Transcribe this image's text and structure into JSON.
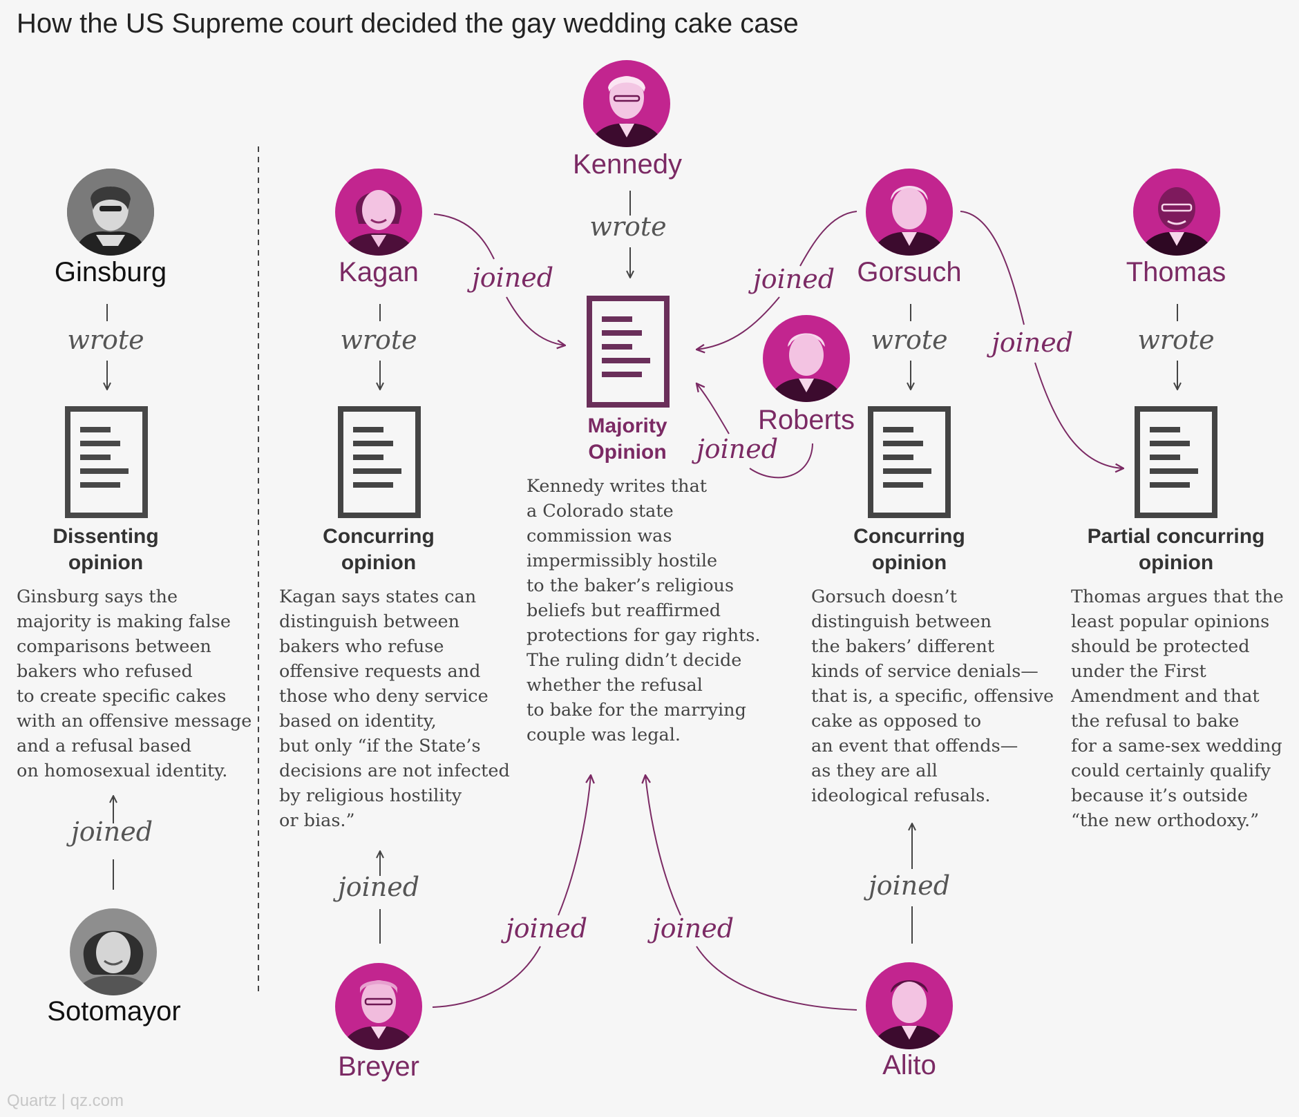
{
  "title": "How the US Supreme court decided the gay wedding cake case",
  "footer": "Quartz | qz.com",
  "colors": {
    "accent": "#c2258f",
    "accent_dark": "#7b2a64",
    "gray_doc": "#444444",
    "dissent_doc": "#484848"
  },
  "justices": {
    "ginsburg": "Ginsburg",
    "sotomayor": "Sotomayor",
    "kagan": "Kagan",
    "breyer": "Breyer",
    "kennedy": "Kennedy",
    "roberts": "Roberts",
    "gorsuch": "Gorsuch",
    "alito": "Alito",
    "thomas": "Thomas"
  },
  "verbs": {
    "wrote": "wrote",
    "joined": "joined"
  },
  "opinions": {
    "dissent": {
      "label_line1": "Dissenting",
      "label_line2": "opinion",
      "lines": [
        "Ginsburg says the",
        "majority is making false",
        "comparisons between",
        "bakers who refused",
        "to create specific cakes",
        "with an offensive message",
        "and a refusal based",
        "on homosexual identity."
      ]
    },
    "kagan": {
      "label_line1": "Concurring",
      "label_line2": "opinion",
      "lines": [
        "Kagan says states can",
        "distinguish between",
        "bakers who refuse",
        "offensive requests and",
        "those who deny service",
        "based on identity,",
        "but only “if the State’s",
        "decisions are not infected",
        "by religious hostility",
        "or bias.”"
      ]
    },
    "majority": {
      "label_line1": "Majority",
      "label_line2": "Opinion",
      "lines": [
        "Kennedy writes that",
        "a Colorado state",
        "commission was",
        "impermissibly hostile",
        "to the baker’s religious",
        "beliefs but reaffirmed",
        "protections for gay rights.",
        "The ruling didn’t decide",
        "whether the refusal",
        "to bake for the marrying",
        "couple was legal."
      ]
    },
    "gorsuch": {
      "label_line1": "Concurring",
      "label_line2": "opinion",
      "lines": [
        "Gorsuch doesn’t",
        "distinguish between",
        "the bakers’ different",
        "kinds of service denials—",
        "that is, a specific, offensive",
        "cake as opposed to",
        "an event that offends—",
        "as they are all",
        "ideological refusals."
      ]
    },
    "thomas": {
      "label_line1": "Partial concurring",
      "label_line2": "opinion",
      "lines": [
        "Thomas argues that the",
        "least popular opinions",
        "should be protected",
        "under the First",
        "Amendment and that",
        "the refusal to bake",
        "for a same-sex wedding",
        "could certainly qualify",
        "because it’s outside",
        "“the new orthodoxy.”"
      ]
    }
  }
}
